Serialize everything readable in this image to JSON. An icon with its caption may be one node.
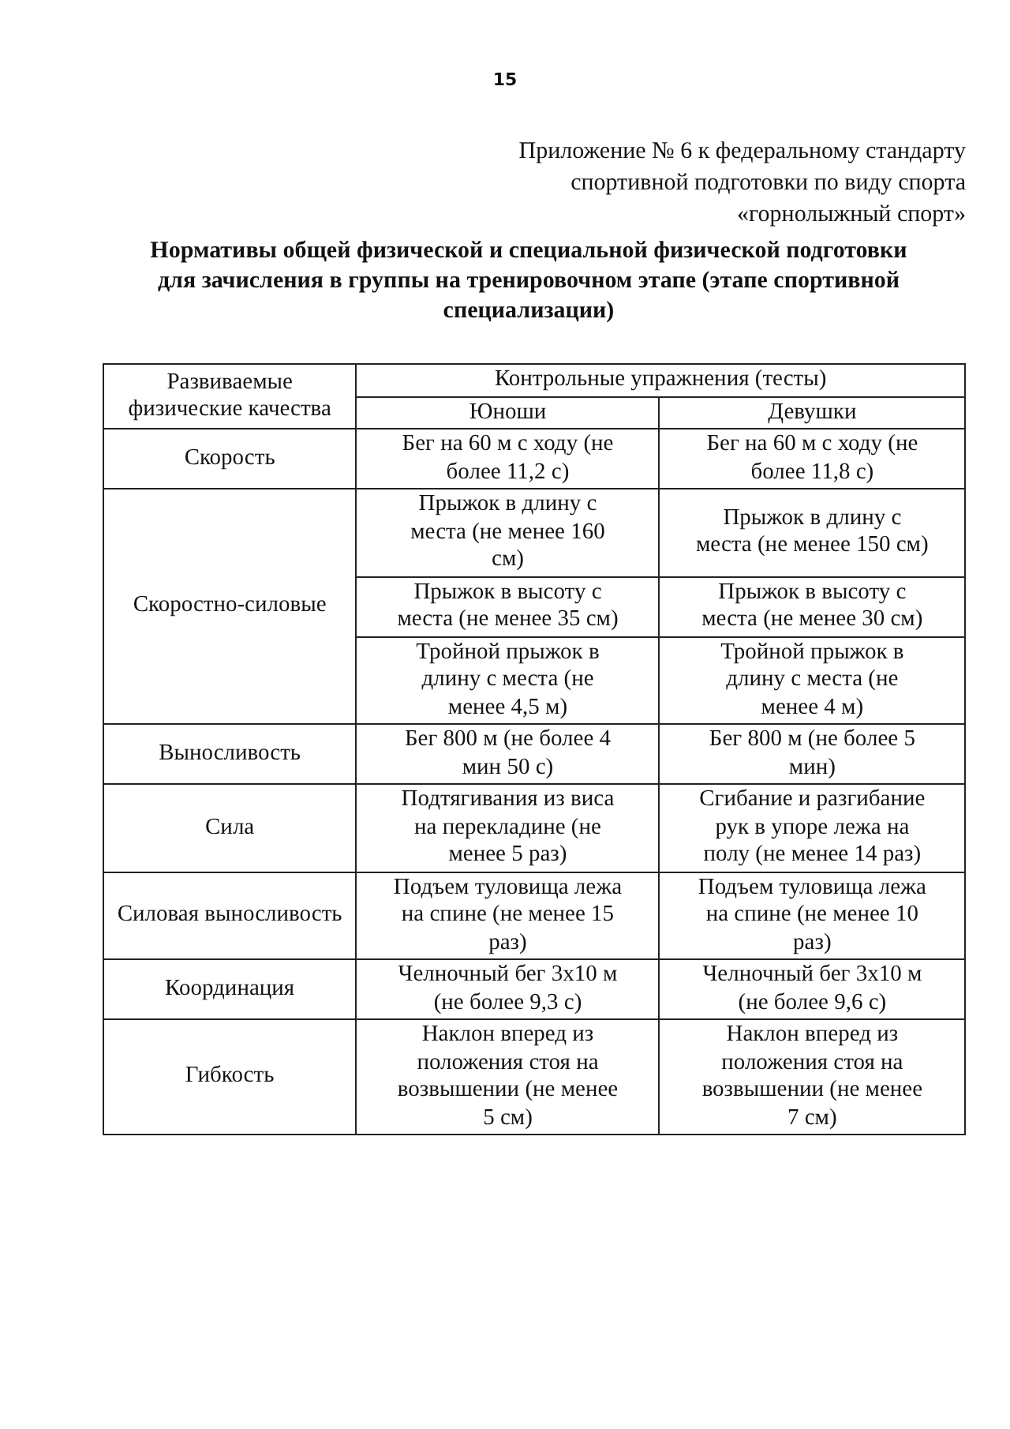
{
  "diagram": {
    "title": "Нормативы общей физической и специальной физической подготовки для зачисления в группы на тренировочном этапе (этапе спортивной специализации)",
    "labels": [
      "15",
      "Приложение № 6 к федеральному стандарту спортивной подготовки по виду спорта «горнолыжный спорт»",
      "Развиваемые физические качества",
      "Контрольные упражнения (тесты)",
      "Юноши",
      "Девушки",
      "Скорость",
      "Бег на 60 м с ходу (не более 11,2 с)",
      "Бег на 60 м с ходу (не более 11,8 с)",
      "Скоростно-силовые",
      "Прыжок в длину с места (не менее 160 см)",
      "Прыжок в длину с места (не менее 150 см)",
      "Прыжок в высоту с места (не менее 35 см)",
      "Прыжок в высоту с места (не менее 30 см)",
      "Тройной прыжок в длину с места (не менее 4,5 м)",
      "Тройной прыжок в длину с места (не менее 4 м)",
      "Выносливость",
      "Бег 800 м (не более 4 мин 50 с)",
      "Бег 800 м (не более 5 мин)",
      "Сила",
      "Подтягивания из виса на перекладине (не менее 5 раз)",
      "Сгибание и разгибание рук в упоре лежа на полу (не менее 14 раз)",
      "Силовая выносливость",
      "Подъем туловища лежа на спине (не менее 15 раз)",
      "Подъем туловища лежа на спине (не менее 10 раз)",
      "Координация",
      "Челночный бег 3х10 м (не более 9,3 с)",
      "Челночный бег 3х10 м (не более 9,6 с)",
      "Гибкость",
      "Наклон вперед из положения стоя на возвышении (не менее 5 см)",
      "Наклон вперед из положения стоя на возвышении (не менее 7 см)"
    ]
  }
}
